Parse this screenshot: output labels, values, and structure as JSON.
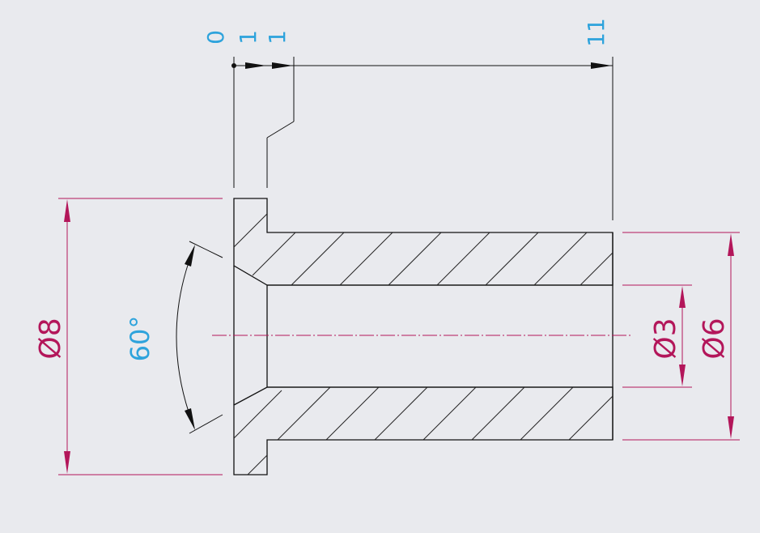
{
  "diameters": {
    "outer_flange": "Ø8",
    "outer_body": "Ø6",
    "bore": "Ø3"
  },
  "angle": "60°",
  "ordinates": {
    "origin": "0",
    "step": "1",
    "end": "11"
  },
  "colors": {
    "background": "#e9eaee",
    "outline": "#111111",
    "dimension": "#b3165a",
    "annotation": "#2ea3dc"
  }
}
